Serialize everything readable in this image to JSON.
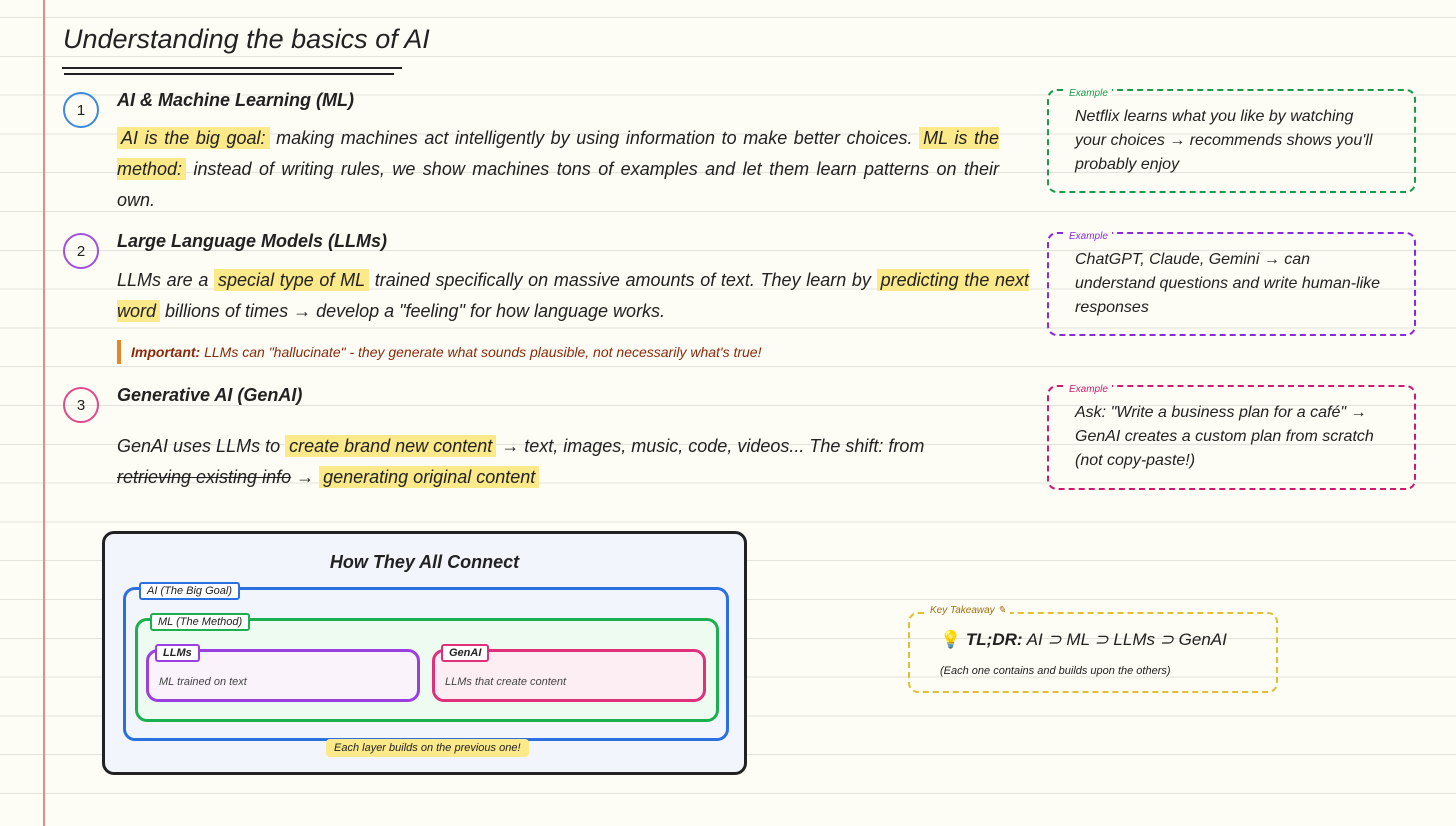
{
  "title": "Understanding the basics of AI",
  "sections": [
    {
      "num": "1",
      "heading": "AI & Machine Learning (ML)",
      "hl1": "AI is the big goal:",
      "t1": " making machines act intelligently by using information to make better choices. ",
      "hl2": "ML is the method:",
      "t2": " instead of writing rules, we show machines tons of examples and let them learn patterns on their own."
    },
    {
      "num": "2",
      "heading": "Large Language Models (LLMs)",
      "t0": "LLMs are a ",
      "hl1": "special type of ML",
      "t1": " trained specifically on massive amounts of text. They learn by ",
      "hl2": "predicting the next word",
      "t2": " billions of times → develop a \"feeling\" for how language works."
    },
    {
      "num": "3",
      "heading": "Generative AI (GenAI)",
      "t0": "GenAI uses LLMs to ",
      "hl1": "create brand new content",
      "t1": " → text, images, music, code, videos... The shift: from ",
      "strike": "retrieving existing info",
      "t2": " → ",
      "hl2": "generating original content"
    }
  ],
  "important": {
    "label": "Important:",
    "text": " LLMs can \"hallucinate\" - they generate what sounds plausible, not necessarily what's true!"
  },
  "examples": [
    {
      "label": "Example",
      "text": "Netflix learns what you like by watching your choices → recommends shows you'll probably enjoy",
      "color": "#1a9a4a"
    },
    {
      "label": "Example",
      "text": "ChatGPT, Claude, Gemini → can understand questions and write human-like responses",
      "color": "#8a2ae0"
    },
    {
      "label": "Example",
      "text": "Ask: \"Write a business plan for a café\" → GenAI creates a custom plan from scratch (not copy-paste!)",
      "color": "#d01a70"
    }
  ],
  "diagram": {
    "title": "How They All Connect",
    "ai": "AI (The Big Goal)",
    "ml": "ML (The Method)",
    "llms": "LLMs",
    "llms_desc": "ML trained on text",
    "genai": "GenAI",
    "genai_desc": "LLMs that create content",
    "footer": "Each layer builds on the previous one!"
  },
  "takeaway": {
    "label": "Key Takeaway ✎",
    "bold": "TL;DR:",
    "text": " AI ⊃ ML ⊃ LLMs ⊃ GenAI",
    "sub": "(Each one contains and builds upon the others)"
  }
}
